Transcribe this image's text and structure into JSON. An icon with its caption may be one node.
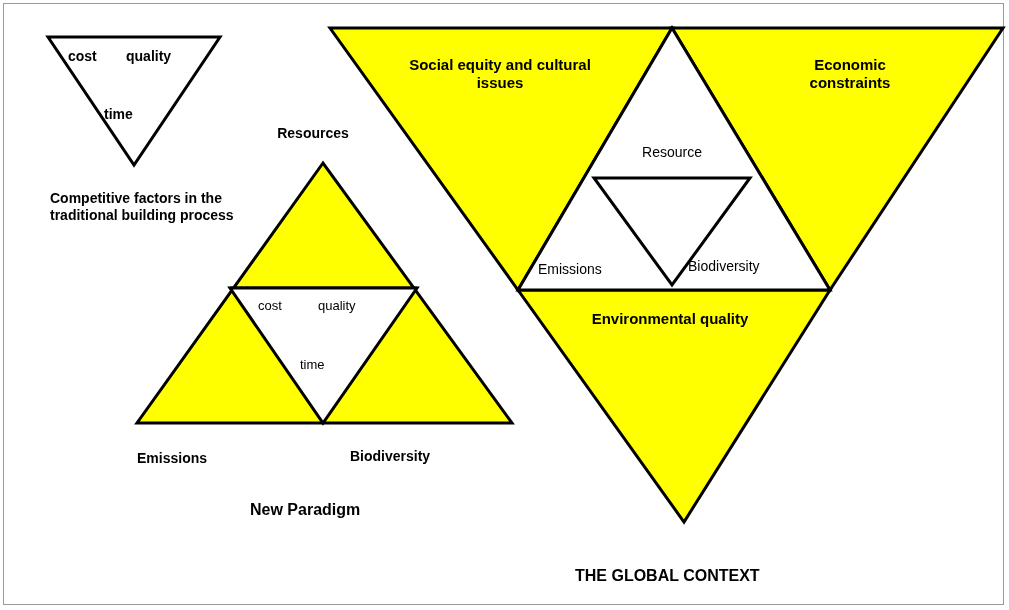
{
  "diagram": {
    "nodes": [
      {
        "text": [
          "cost",
          "quality",
          "time"
        ]
      },
      {
        "text": [
          "Resources",
          "Emissions",
          "Biodiversity"
        ]
      },
      {
        "text": [
          "cost",
          "quality",
          "time"
        ],
        "in": 1
      },
      {
        "text": [
          "Social equity and cultural issues"
        ]
      },
      {
        "text": [
          "Economic constraints"
        ]
      },
      {
        "text": [
          "Environmental quality"
        ]
      },
      {
        "text": [
          "Resource",
          "Emissions",
          "Biodiversity"
        ]
      },
      {
        "text": [],
        "shape": "triangle",
        "in": 6
      }
    ],
    "edges": [],
    "labels": [
      "Competitive factors in the traditional building process",
      "New Paradigm",
      "THE GLOBAL CONTEXT"
    ]
  }
}
